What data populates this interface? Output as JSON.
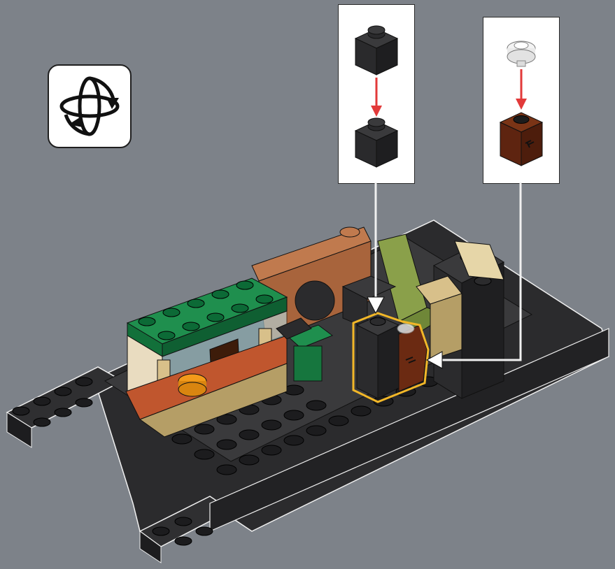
{
  "instruction_step": {
    "rotate_indicator": "rotate-model-icon",
    "callouts": [
      {
        "name": "callout-1",
        "part": "black-brick-1x1-stacked",
        "arrow_color": "#e23a3a"
      },
      {
        "name": "callout-2",
        "part": "trans-clear-round-plate-on-reddish-brown-brick",
        "arrow_color": "#e23a3a"
      }
    ],
    "highlight_color": "#f2b728",
    "colors": {
      "background": "#7d8289",
      "baseplate": "#2b2b2d",
      "green_roof": "#1f8f4e",
      "tan": "#d8c08a",
      "reddish_brown": "#6b2a12",
      "olive": "#8aa04a",
      "medium_nougat": "#c07a4e"
    }
  }
}
